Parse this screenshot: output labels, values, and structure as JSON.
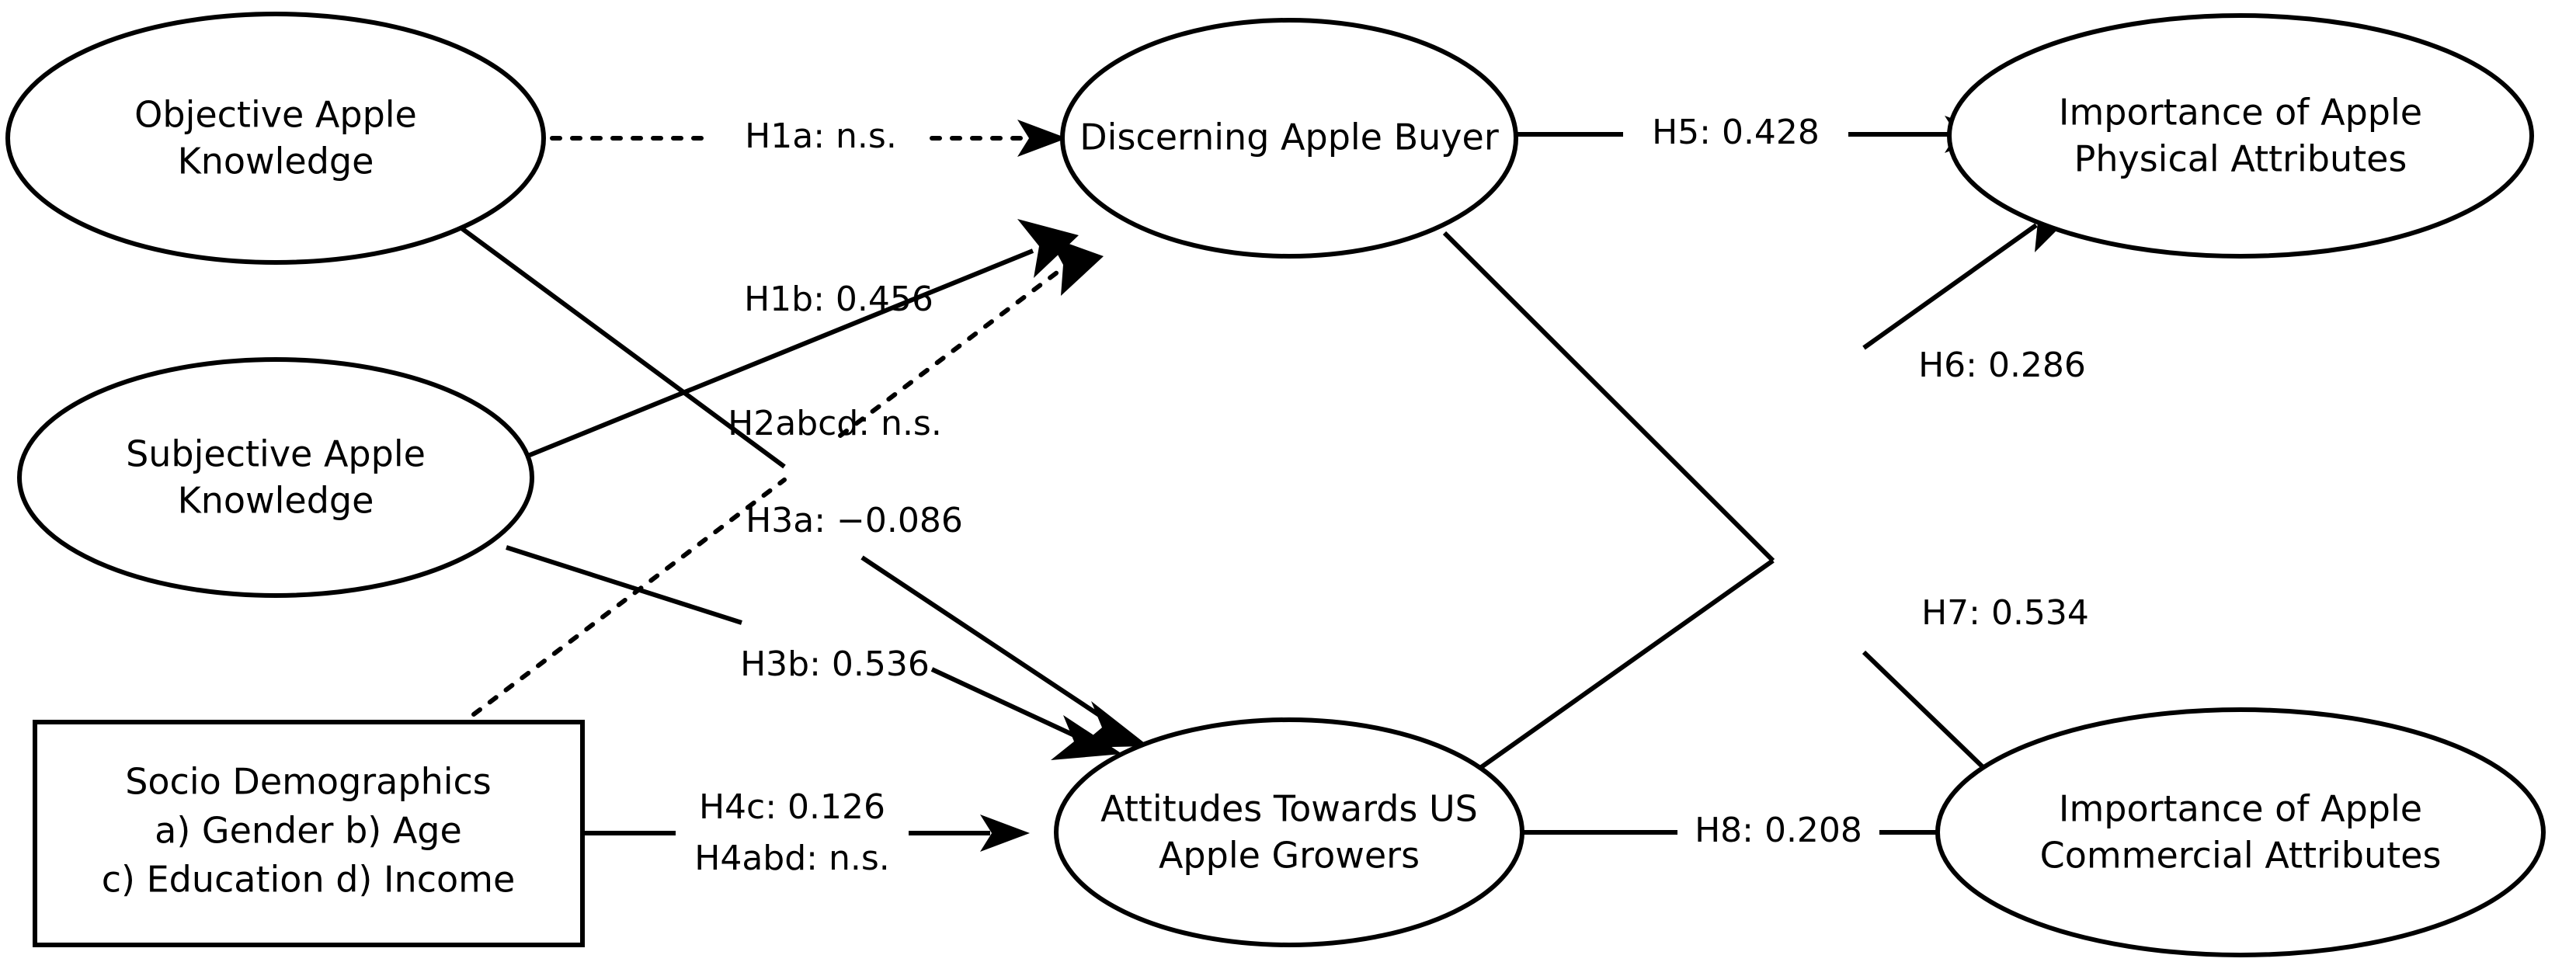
{
  "diagram": {
    "title": "Structural Equation Model of Apple Consumer Attitudes",
    "type": "path-diagram",
    "background_color": "#ffffff",
    "line_color": "#000000",
    "nodes": [
      {
        "id": "objective-apple-knowledge",
        "shape": "ellipse",
        "line1": "Objective Apple",
        "line2": "Knowledge"
      },
      {
        "id": "subjective-apple-knowledge",
        "shape": "ellipse",
        "line1": "Subjective Apple",
        "line2": "Knowledge"
      },
      {
        "id": "socio-demographics",
        "shape": "rectangle",
        "line1": "Socio Demographics",
        "line2": "a) Gender b) Age",
        "line3": "c) Education d) Income"
      },
      {
        "id": "discerning-apple-buyer",
        "shape": "ellipse",
        "line1": "Discerning Apple Buyer",
        "line2": ""
      },
      {
        "id": "attitudes-towards-us-apple-growers",
        "shape": "ellipse",
        "line1": "Attitudes Towards US",
        "line2": "Apple Growers"
      },
      {
        "id": "importance-apple-physical-attributes",
        "shape": "ellipse",
        "line1": "Importance of Apple",
        "line2": "Physical Attributes"
      },
      {
        "id": "importance-apple-commercial-attributes",
        "shape": "ellipse",
        "line1": "Importance of Apple",
        "line2": "Commercial Attributes"
      }
    ],
    "edges": [
      {
        "id": "h1a",
        "label": "H1a: n.s.",
        "from": "objective-apple-knowledge",
        "to": "discerning-apple-buyer",
        "style": "dotted",
        "significant": false,
        "coefficient": null
      },
      {
        "id": "h1b",
        "label": "H1b: 0.456",
        "from": "subjective-apple-knowledge",
        "to": "discerning-apple-buyer",
        "style": "solid",
        "significant": true,
        "coefficient": 0.456
      },
      {
        "id": "h2abcd",
        "label": "H2abcd: n.s.",
        "from": "socio-demographics",
        "to": "discerning-apple-buyer",
        "style": "dotted",
        "significant": false,
        "coefficient": null
      },
      {
        "id": "h3a",
        "label": "H3a: −0.086",
        "from": "objective-apple-knowledge",
        "to": "attitudes-towards-us-apple-growers",
        "style": "solid",
        "significant": true,
        "coefficient": -0.086
      },
      {
        "id": "h3b",
        "label": "H3b: 0.536",
        "from": "subjective-apple-knowledge",
        "to": "attitudes-towards-us-apple-growers",
        "style": "solid",
        "significant": true,
        "coefficient": 0.536
      },
      {
        "id": "h4c",
        "label": "H4c: 0.126",
        "from": "socio-demographics",
        "to": "attitudes-towards-us-apple-growers",
        "style": "solid",
        "significant": true,
        "coefficient": 0.126
      },
      {
        "id": "h4abd",
        "label": "H4abd: n.s.",
        "from": "socio-demographics",
        "to": "attitudes-towards-us-apple-growers",
        "style": "solid",
        "significant": false,
        "coefficient": null
      },
      {
        "id": "h5",
        "label": "H5: 0.428",
        "from": "discerning-apple-buyer",
        "to": "importance-apple-physical-attributes",
        "style": "solid",
        "significant": true,
        "coefficient": 0.428
      },
      {
        "id": "h6",
        "label": "H6: 0.286",
        "from": "attitudes-towards-us-apple-growers",
        "to": "importance-apple-physical-attributes",
        "style": "solid",
        "significant": true,
        "coefficient": 0.286
      },
      {
        "id": "h7",
        "label": "H7: 0.534",
        "from": "discerning-apple-buyer",
        "to": "importance-apple-commercial-attributes",
        "style": "solid",
        "significant": true,
        "coefficient": 0.534
      },
      {
        "id": "h8",
        "label": "H8: 0.208",
        "from": "attitudes-towards-us-apple-growers",
        "to": "importance-apple-commercial-attributes",
        "style": "solid",
        "significant": true,
        "coefficient": 0.208
      }
    ]
  }
}
